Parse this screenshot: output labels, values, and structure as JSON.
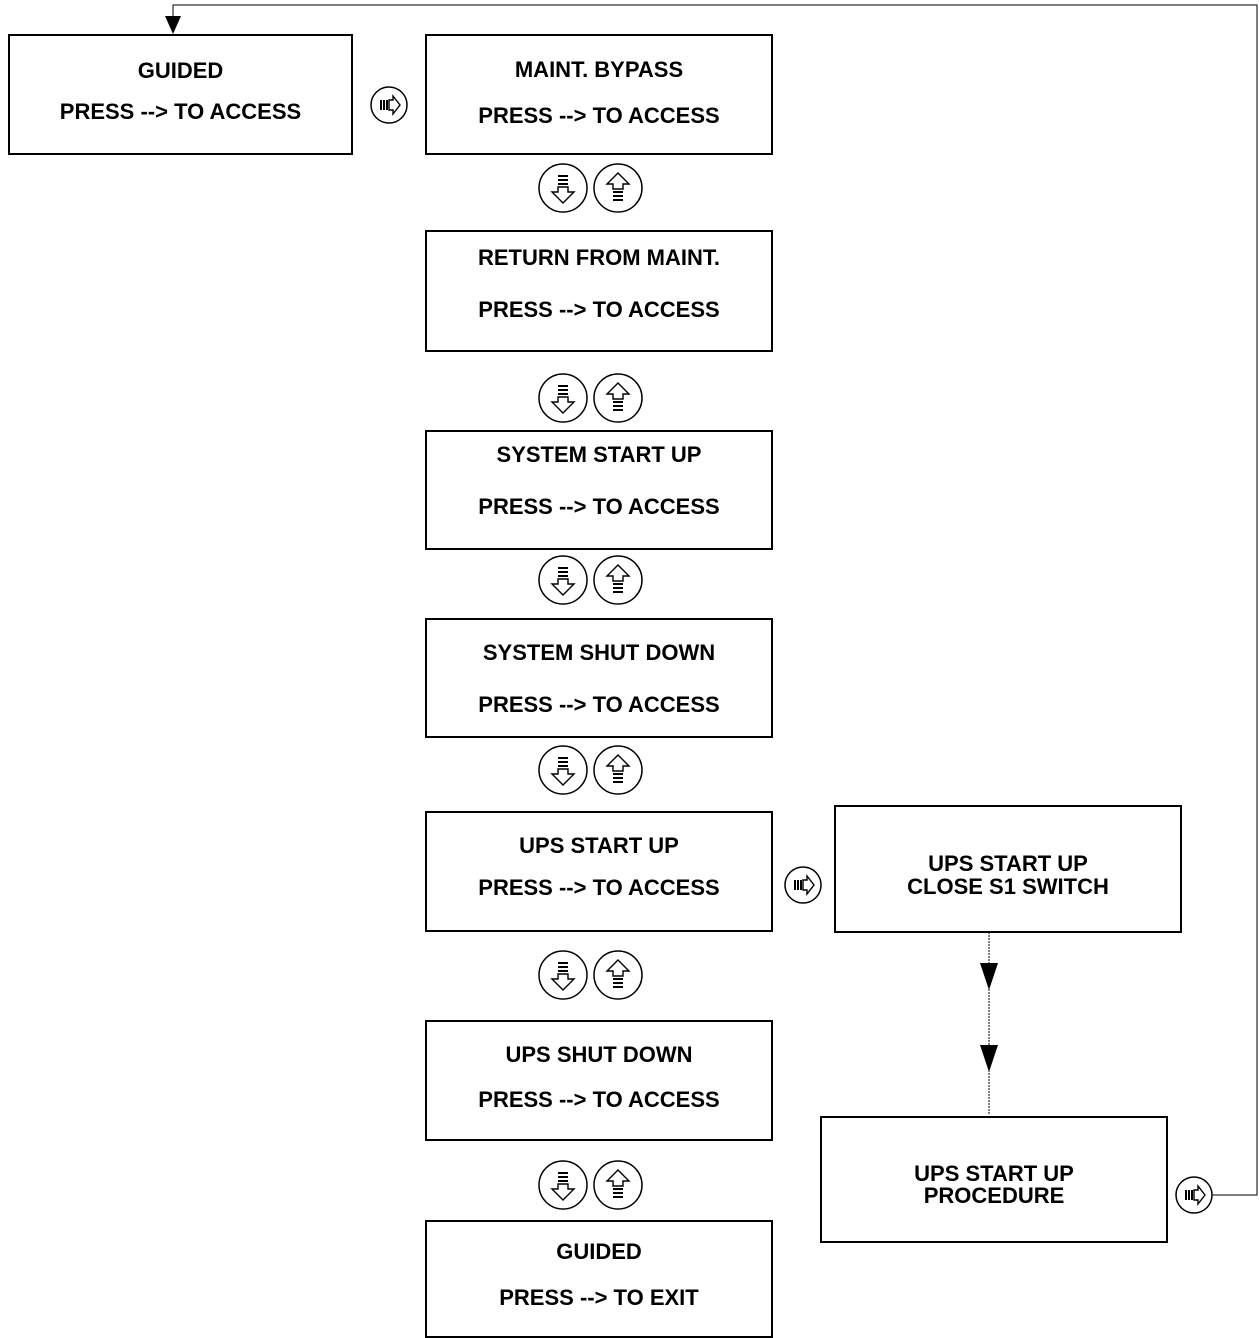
{
  "boxes": {
    "guided_top": {
      "line1": "GUIDED",
      "line2": "PRESS --> TO ACCESS"
    },
    "maint_bypass": {
      "line1": "MAINT. BYPASS",
      "line2": "PRESS --> TO ACCESS"
    },
    "return_maint": {
      "line1": "RETURN FROM MAINT.",
      "line2": "PRESS --> TO ACCESS"
    },
    "sys_start": {
      "line1": "SYSTEM START UP",
      "line2": "PRESS --> TO ACCESS"
    },
    "sys_shut": {
      "line1": "SYSTEM SHUT DOWN",
      "line2": "PRESS --> TO ACCESS"
    },
    "ups_start": {
      "line1": "UPS START UP",
      "line2": "PRESS --> TO ACCESS"
    },
    "ups_shut": {
      "line1": "UPS SHUT DOWN",
      "line2": "PRESS --> TO ACCESS"
    },
    "guided_exit": {
      "line1": "GUIDED",
      "line2": "PRESS --> TO EXIT"
    },
    "ups_s1": {
      "line1": "UPS START UP",
      "line2": "CLOSE S1 SWITCH"
    },
    "ups_proc": {
      "line1": "UPS START UP",
      "line2": "PROCEDURE"
    }
  },
  "icons": {
    "enter": "enter-key-icon",
    "down": "down-arrow-key-icon",
    "up": "up-arrow-key-icon"
  }
}
